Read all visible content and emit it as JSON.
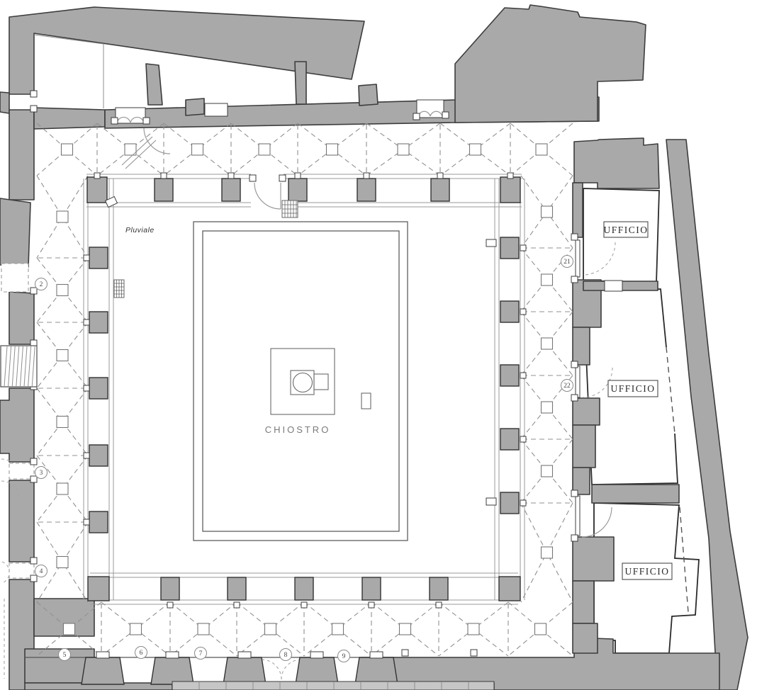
{
  "plan": {
    "courtyard": {
      "label": "CHIOSTRO"
    },
    "annotations": {
      "pluviale": "Pluviale"
    },
    "offices": [
      {
        "label": "UFFICIO"
      },
      {
        "label": "UFFICIO"
      },
      {
        "label": "UFFICIO"
      }
    ],
    "markers": [
      {
        "label": "2"
      },
      {
        "label": "3"
      },
      {
        "label": "4"
      },
      {
        "label": "5"
      },
      {
        "label": "6"
      },
      {
        "label": "7"
      },
      {
        "label": "8"
      },
      {
        "label": "9"
      },
      {
        "label": "21"
      },
      {
        "label": "22"
      }
    ]
  },
  "colors": {
    "wall_gray": "#a9a9a9",
    "paving_gray": "#c6c6c6",
    "outline": "#3c3c3c",
    "line_gray": "#9a9a9a",
    "vault_gray": "#909090",
    "ink": "#2b2b2b",
    "text_muted": "#7a7a7a"
  }
}
